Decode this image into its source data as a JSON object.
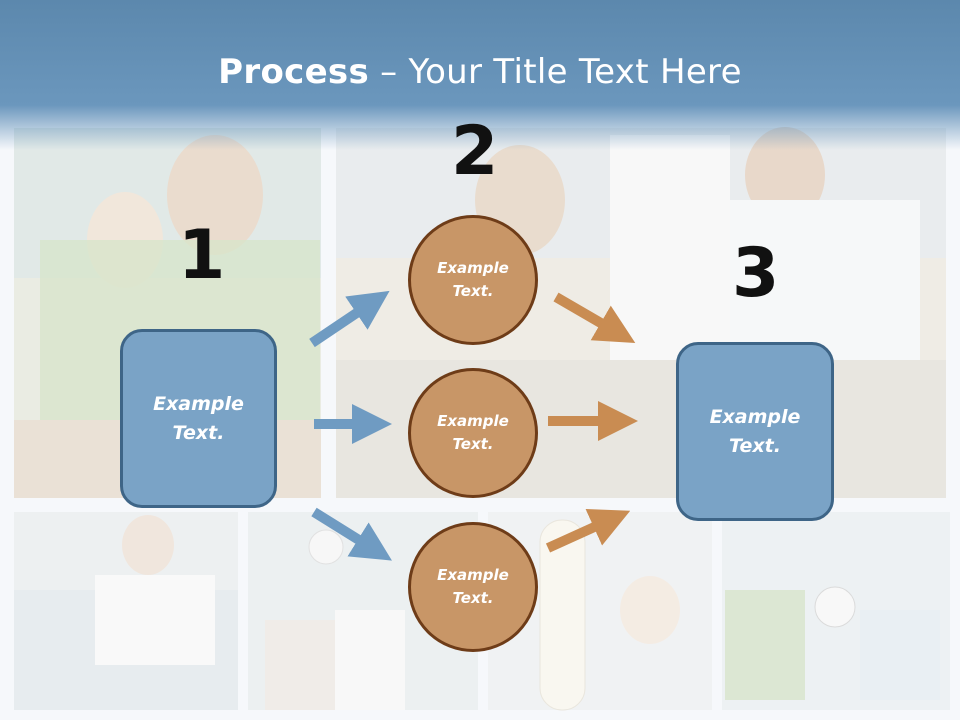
{
  "title": {
    "bold": "Process",
    "rest": " – Your Title Text Here"
  },
  "steps": {
    "one": "1",
    "two": "2",
    "three": "3"
  },
  "left_box": {
    "text": "Example Text."
  },
  "circles": [
    {
      "text": "Example Text."
    },
    {
      "text": "Example Text."
    },
    {
      "text": "Example Text."
    }
  ],
  "right_box": {
    "text": "Example Text."
  },
  "colors": {
    "blue_box": "#7aa3c6",
    "orange_circle": "#c89667",
    "blue_arrow": "#6f9bc2",
    "orange_arrow": "#c98c52"
  }
}
